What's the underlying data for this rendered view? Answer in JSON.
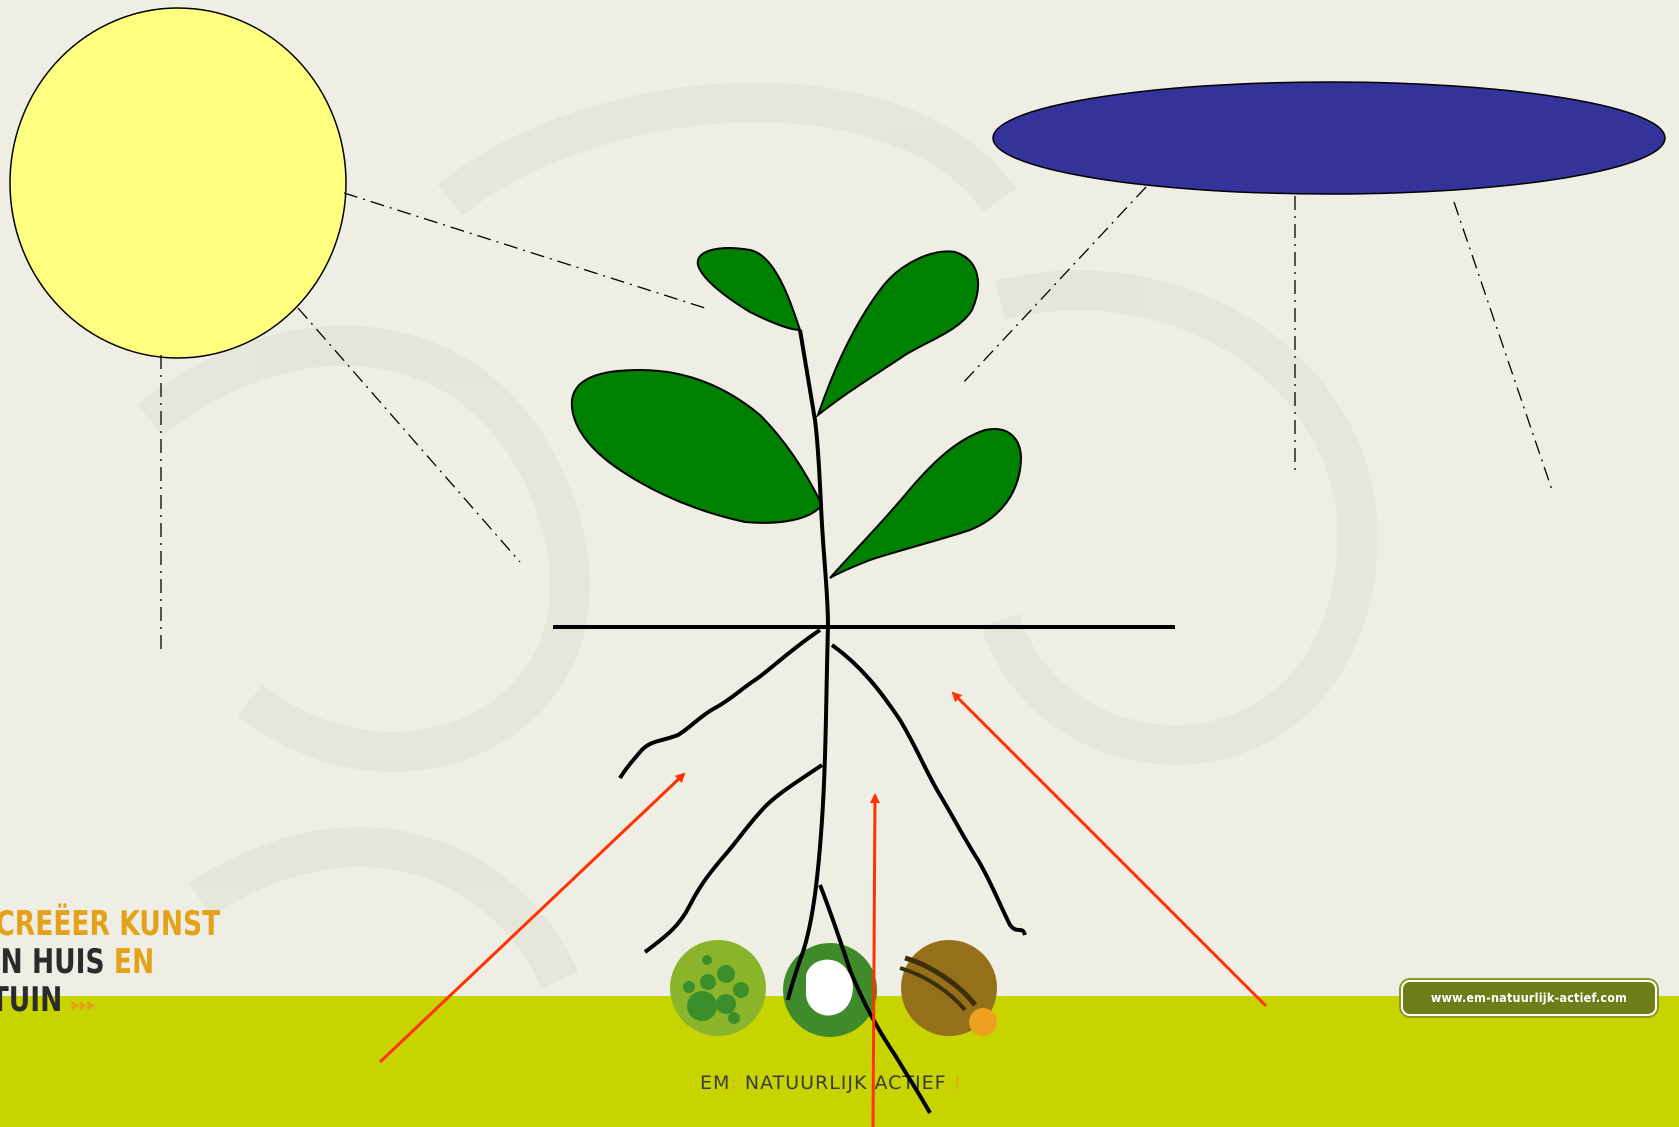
{
  "slogan": {
    "line1": "CREËER KUNST",
    "line2_prefix": "IN",
    "line2_huis": "HUIS",
    "line2_en": "EN",
    "line2_tuin": "TUIN",
    "line2_dots": "▸▸▸"
  },
  "url_badge": "www.em-natuurlijk-actief.com",
  "brand": {
    "em": "EM",
    "colon": ":",
    "name": " NATUURLIJK ACTIEF ",
    "excl": "!"
  },
  "colors": {
    "sun": "#ffff80",
    "cloud": "#333399",
    "leaf": "#008000",
    "arrow": "#ff3300",
    "footer": "#c8d400",
    "background": "#eeeee4"
  }
}
